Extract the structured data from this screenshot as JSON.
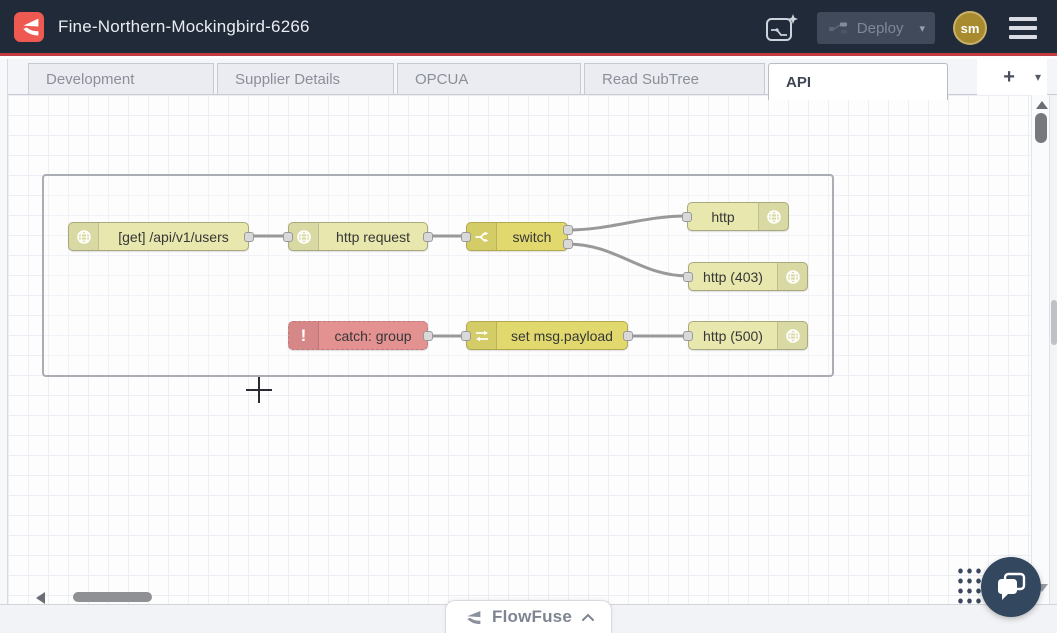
{
  "header": {
    "title": "Fine-Northern-Mockingbird-6266",
    "deploy_label": "Deploy",
    "deploy_caret": "▾",
    "avatar_initials": "sm"
  },
  "tabs": {
    "items": [
      {
        "label": "Development",
        "active": false
      },
      {
        "label": "Supplier Details",
        "active": false
      },
      {
        "label": "OPCUA",
        "active": false
      },
      {
        "label": "Read SubTree",
        "active": false
      },
      {
        "label": "API",
        "active": true
      }
    ],
    "add_label": "+",
    "list_caret": "▾"
  },
  "flow": {
    "group_border_color": "#abadb5",
    "wire_color": "#999999",
    "nodes": [
      {
        "label": "[get] /api/v1/users",
        "type": "http in",
        "color": "#e7e7ae"
      },
      {
        "label": "http request",
        "type": "http request",
        "color": "#e7e7ae"
      },
      {
        "label": "switch",
        "type": "switch",
        "color": "#e2d96e"
      },
      {
        "label": "http",
        "type": "http response",
        "color": "#e7e7ae"
      },
      {
        "label": "http (403)",
        "type": "http response",
        "color": "#e7e7ae"
      },
      {
        "label": "catch: group",
        "type": "catch",
        "color": "#e49191",
        "icon_glyph": "!"
      },
      {
        "label": "set msg.payload",
        "type": "change",
        "color": "#e2d96e"
      },
      {
        "label": "http (500)",
        "type": "http response",
        "color": "#e7e7ae"
      }
    ]
  },
  "footer": {
    "zoom_out_label": "−",
    "zoom_in_label": "+"
  },
  "branding": {
    "flowfuse_label": "FlowFuse"
  },
  "colors": {
    "header_bg": "#212a38",
    "header_underline": "#c23b43",
    "brand_red": "#ee5a52",
    "active_tab_text": "#3e4554",
    "chat_bubble_bg": "#33475f"
  }
}
